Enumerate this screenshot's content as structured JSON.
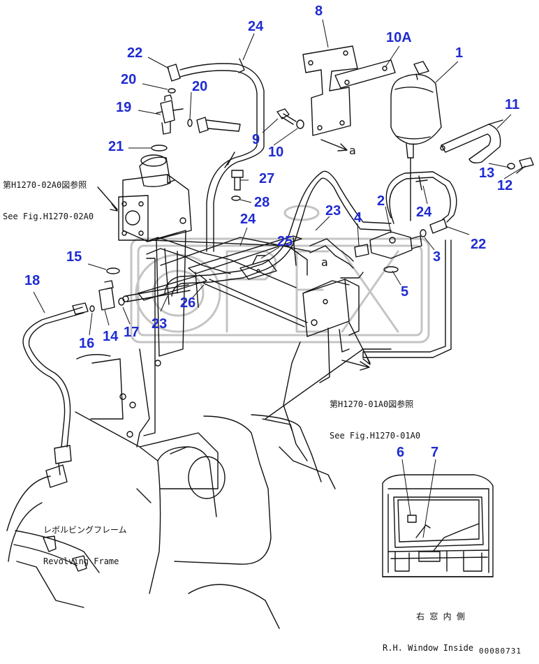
{
  "callouts": [
    "8",
    "24",
    "10A",
    "1",
    "22",
    "20",
    "20",
    "19",
    "11",
    "9",
    "10",
    "21",
    "27",
    "13",
    "12",
    "28",
    "2",
    "24",
    "23",
    "4",
    "24",
    "25",
    "22",
    "3",
    "15",
    "18",
    "5",
    "26",
    "23",
    "14",
    "17",
    "16",
    "6",
    "7"
  ],
  "refs": {
    "fig_h1270_02a0_jp": "第H1270-02A0図参照",
    "fig_h1270_02a0_en": "See Fig.H1270-02A0",
    "fig_h1270_01a0_jp": "第H1270-01A0図参照",
    "fig_h1270_01a0_en": "See Fig.H1270-01A0"
  },
  "labels": {
    "revolving_frame_jp": "レボルビングフレーム",
    "revolving_frame_en": "Revolving Frame",
    "window_inside_jp": "右 窓 内 側",
    "window_inside_en": "R.H. Window Inside",
    "ref_mark_1": "a",
    "ref_mark_2": "a"
  },
  "watermark": "OPEX",
  "drawing_number": "00080731",
  "colors": {
    "callout": "#1f2bd1",
    "line": "#111111",
    "watermark": "#c8c8c8"
  }
}
